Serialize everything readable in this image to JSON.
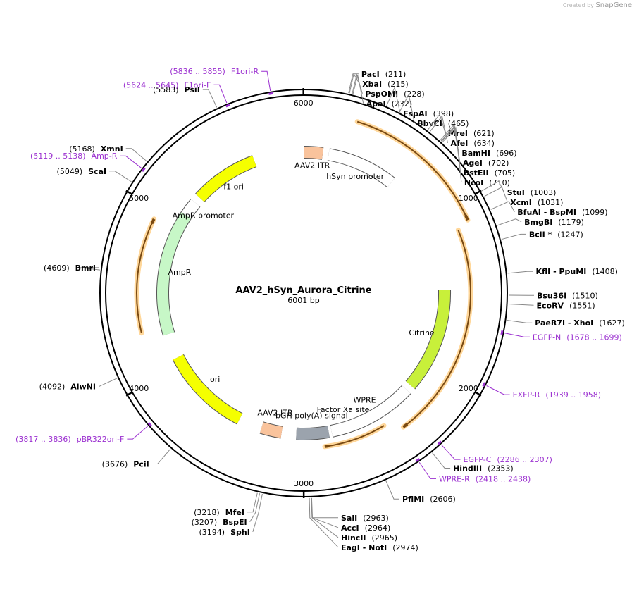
{
  "watermark": {
    "prefix": "Created by",
    "brand": "SnapGene"
  },
  "plasmid": {
    "name": "AAV2_hSyn_Aurora_Citrine",
    "size_label": "6001 bp",
    "length": 6001
  },
  "ticks": [
    "1000",
    "2000",
    "3000",
    "4000",
    "5000",
    "6000"
  ],
  "features": [
    {
      "name": "AAV2 ITR",
      "start": 1,
      "end": 130,
      "color": "#f9c39c",
      "type": "box"
    },
    {
      "name": "hSyn promoter",
      "start": 170,
      "end": 640,
      "color": "#ffffff",
      "type": "arrow",
      "dir": 1
    },
    {
      "name": "Citrine",
      "start": 1480,
      "end": 2180,
      "color": "#c8f03a",
      "type": "arrow",
      "dir": 1
    },
    {
      "name": "Factor Xa site",
      "start": 2690,
      "end": 2700,
      "color": "#d06a8a",
      "type": "small"
    },
    {
      "name": "WPRE",
      "start": 2220,
      "end": 2810,
      "color": "#ffffff",
      "type": "box"
    },
    {
      "name": "bGH poly(A) signal",
      "start": 2830,
      "end": 3050,
      "color": "#9ba3ad",
      "type": "box"
    },
    {
      "name": "AAV2 ITR",
      "start": 3150,
      "end": 3290,
      "color": "#f9c39c",
      "type": "box"
    },
    {
      "name": "ori",
      "start": 3450,
      "end": 4050,
      "color": "#f5ff00",
      "type": "arrow",
      "dir": -1
    },
    {
      "name": "AmpR",
      "start": 4220,
      "end": 5060,
      "color": "#c7f7c7",
      "type": "arrow",
      "dir": -1
    },
    {
      "name": "AmpR promoter",
      "start": 5060,
      "end": 5165,
      "color": "#ffffff",
      "type": "arrow",
      "dir": -1
    },
    {
      "name": "f1 ori",
      "start": 5210,
      "end": 5660,
      "color": "#f5ff00",
      "type": "arrow",
      "dir": -1
    }
  ],
  "orfs": [
    {
      "start": 290,
      "end": 1100
    },
    {
      "start": 1130,
      "end": 2390
    },
    {
      "start": 2480,
      "end": 2870
    },
    {
      "start": 4270,
      "end": 4940
    }
  ],
  "sites": [
    {
      "label": "PacI",
      "num": "(211)",
      "pos": 211,
      "side": "r"
    },
    {
      "label": "XbaI",
      "num": "(215)",
      "pos": 215,
      "side": "r"
    },
    {
      "label": "PspOMI",
      "num": "(228)",
      "pos": 228,
      "side": "r"
    },
    {
      "label": "ApaI",
      "num": "(232)",
      "pos": 232,
      "side": "r"
    },
    {
      "label": "FspAI",
      "num": "(398)",
      "pos": 398,
      "side": "r"
    },
    {
      "label": "BbvCI",
      "num": "(465)",
      "pos": 465,
      "side": "r"
    },
    {
      "label": "MreI",
      "num": "(621)",
      "pos": 621,
      "side": "r"
    },
    {
      "label": "AfeI",
      "num": "(634)",
      "pos": 634,
      "side": "r"
    },
    {
      "label": "BamHI",
      "num": "(696)",
      "pos": 696,
      "side": "r"
    },
    {
      "label": "AgeI",
      "num": "(702)",
      "pos": 702,
      "side": "r"
    },
    {
      "label": "BstEII",
      "num": "(705)",
      "pos": 705,
      "side": "r"
    },
    {
      "label": "NcoI",
      "num": "(710)",
      "pos": 710,
      "side": "r"
    },
    {
      "label": "StuI",
      "num": "(1003)",
      "pos": 1003,
      "side": "r"
    },
    {
      "label": "XcmI",
      "num": "(1031)",
      "pos": 1031,
      "side": "r"
    },
    {
      "label": "BfuAI - BspMI",
      "num": "(1099)",
      "pos": 1099,
      "side": "r"
    },
    {
      "label": "BmgBI",
      "num": "(1179)",
      "pos": 1179,
      "side": "r"
    },
    {
      "label": "BclI *",
      "num": "(1247)",
      "pos": 1247,
      "side": "r"
    },
    {
      "label": "KflI - PpuMI",
      "num": "(1408)",
      "pos": 1408,
      "side": "r"
    },
    {
      "label": "Bsu36I",
      "num": "(1510)",
      "pos": 1510,
      "side": "r"
    },
    {
      "label": "EcoRV",
      "num": "(1551)",
      "pos": 1551,
      "side": "r"
    },
    {
      "label": "PaeR7I - XhoI",
      "num": "(1627)",
      "pos": 1627,
      "side": "r"
    },
    {
      "label": "HindIII",
      "num": "(2353)",
      "pos": 2353,
      "side": "r"
    },
    {
      "label": "PflMI",
      "num": "(2606)",
      "pos": 2606,
      "side": "r"
    },
    {
      "label": "SalI",
      "num": "(2963)",
      "pos": 2963,
      "side": "r"
    },
    {
      "label": "AccI",
      "num": "(2964)",
      "pos": 2964,
      "side": "r"
    },
    {
      "label": "HincII",
      "num": "(2965)",
      "pos": 2965,
      "side": "r"
    },
    {
      "label": "EagI - NotI",
      "num": "(2974)",
      "pos": 2974,
      "side": "r"
    },
    {
      "label": "SphI",
      "num": "(3194)",
      "pos": 3194,
      "side": "l"
    },
    {
      "label": "BspEI",
      "num": "(3207)",
      "pos": 3207,
      "side": "l"
    },
    {
      "label": "MfeI",
      "num": "(3218)",
      "pos": 3218,
      "side": "l"
    },
    {
      "label": "PciI",
      "num": "(3676)",
      "pos": 3676,
      "side": "l"
    },
    {
      "label": "AlwNI",
      "num": "(4092)",
      "pos": 4092,
      "side": "l"
    },
    {
      "label": "BmrI",
      "num": "(4609)",
      "pos": 4609,
      "side": "l"
    },
    {
      "label": "ScaI",
      "num": "(5049)",
      "pos": 5049,
      "side": "l"
    },
    {
      "label": "XmnI",
      "num": "(5168)",
      "pos": 5168,
      "side": "l"
    },
    {
      "label": "PsiI",
      "num": "(5583)",
      "pos": 5583,
      "side": "l"
    }
  ],
  "primers": [
    {
      "label": "F1ori-R",
      "num": "(5836 .. 5855)",
      "pos": 5845,
      "side": "l"
    },
    {
      "label": "F1ori-F",
      "num": "(5624 .. 5645)",
      "pos": 5634,
      "side": "l"
    },
    {
      "label": "Amp-R",
      "num": "(5119 .. 5138)",
      "pos": 5128,
      "side": "l"
    },
    {
      "label": "EGFP-N",
      "num": "(1678 .. 1699)",
      "pos": 1688,
      "side": "r"
    },
    {
      "label": "EXFP-R",
      "num": "(1939 .. 1958)",
      "pos": 1948,
      "side": "r"
    },
    {
      "label": "EGFP-C",
      "num": "(2286 .. 2307)",
      "pos": 2296,
      "side": "r"
    },
    {
      "label": "WPRE-R",
      "num": "(2418 .. 2438)",
      "pos": 2428,
      "side": "r"
    },
    {
      "label": "pBR322ori-F",
      "num": "(3817 .. 3836)",
      "pos": 3826,
      "side": "l"
    }
  ]
}
